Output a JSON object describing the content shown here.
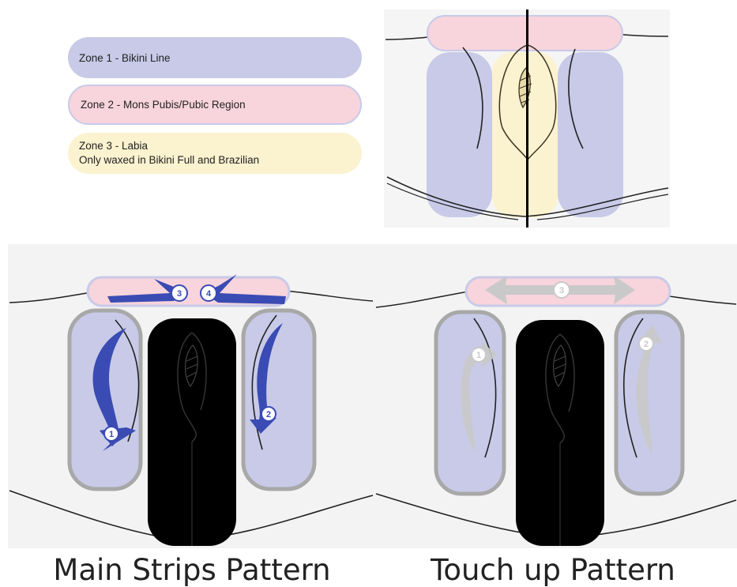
{
  "legend": {
    "zone1": "Zone 1 - Bikini Line",
    "zone2": "Zone 2 - Mons Pubis/Pubic Region",
    "zone3_line1": "Zone 3 - Labia",
    "zone3_line2": "Only waxed in Bikini Full and Brazilian"
  },
  "colors": {
    "zone1": "#c8cae8",
    "zone2": "#f8d4dd",
    "zone3": "#fbf2cf",
    "main_arrows": "#3a4bb3",
    "touchup_arrows": "#c9c9c9",
    "panel_bg": "#f3f3f3",
    "cover": "#000000"
  },
  "main_pattern": {
    "caption": "Main Strips Pattern",
    "steps": [
      "1",
      "2",
      "3",
      "4"
    ]
  },
  "touchup_pattern": {
    "caption": "Touch up Pattern",
    "steps": [
      "1",
      "2",
      "3"
    ]
  }
}
